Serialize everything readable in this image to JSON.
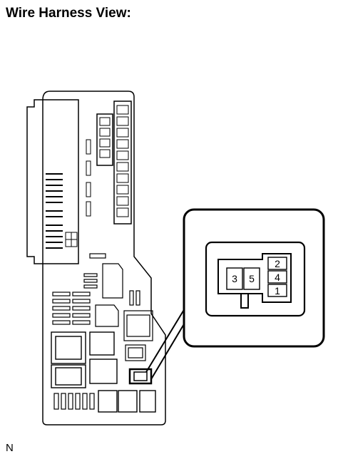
{
  "header": {
    "title": "Wire Harness View:"
  },
  "footer": {
    "code": "N"
  },
  "connector": {
    "pins": [
      {
        "label": "3"
      },
      {
        "label": "5"
      },
      {
        "label": "2"
      },
      {
        "label": "4"
      },
      {
        "label": "1"
      }
    ]
  }
}
